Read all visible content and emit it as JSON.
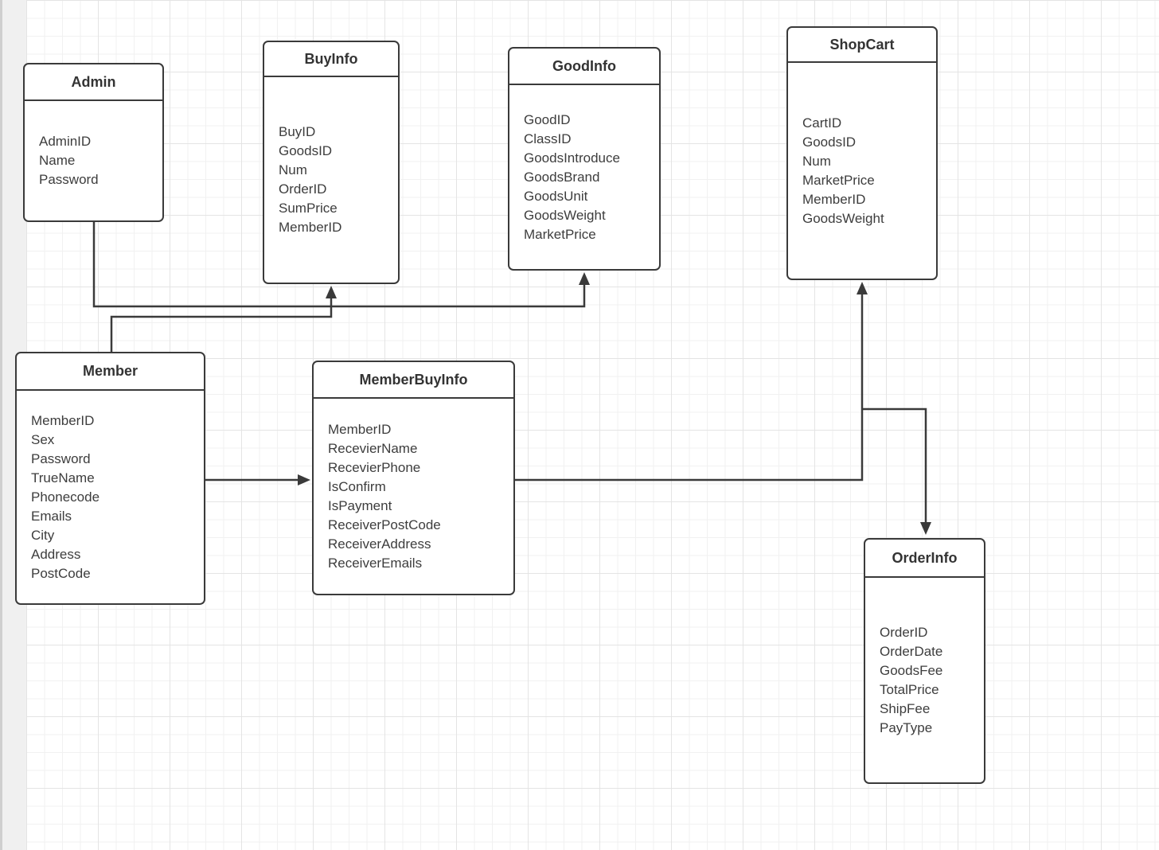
{
  "diagram": {
    "kind": "entity-relationship-diagram",
    "stroke_color": "#3a3a3a",
    "background_color": "#ffffff",
    "grid_minor_color": "#f1f1f1",
    "grid_major_color": "#e4e4e4"
  },
  "entities": [
    {
      "id": "admin",
      "title": "Admin",
      "fields": [
        "AdminID",
        "Name",
        "Password"
      ]
    },
    {
      "id": "buyinfo",
      "title": "BuyInfo",
      "fields": [
        "BuyID",
        "GoodsID",
        "Num",
        "OrderID",
        "SumPrice",
        "MemberID"
      ]
    },
    {
      "id": "goodinfo",
      "title": "GoodInfo",
      "fields": [
        "GoodID",
        "ClassID",
        "GoodsIntroduce",
        "GoodsBrand",
        "GoodsUnit",
        "GoodsWeight",
        "MarketPrice"
      ]
    },
    {
      "id": "shopcart",
      "title": "ShopCart",
      "fields": [
        "CartID",
        "GoodsID",
        "Num",
        "MarketPrice",
        "MemberID",
        "GoodsWeight"
      ]
    },
    {
      "id": "member",
      "title": "Member",
      "fields": [
        "MemberID",
        "Sex",
        "Password",
        "TrueName",
        "Phonecode",
        "Emails",
        "City",
        "Address",
        "PostCode"
      ]
    },
    {
      "id": "memberbuyinfo",
      "title": "MemberBuyInfo",
      "fields": [
        "MemberID",
        "RecevierName",
        "RecevierPhone",
        "IsConfirm",
        "IsPayment",
        "ReceiverPostCode",
        "ReceiverAddress",
        "ReceiverEmails"
      ]
    },
    {
      "id": "orderinfo",
      "title": "OrderInfo",
      "fields": [
        "OrderID",
        "OrderDate",
        "GoodsFee",
        "TotalPrice",
        "ShipFee",
        "PayType"
      ]
    }
  ],
  "relations": [
    {
      "from": "Admin",
      "to": "GoodInfo"
    },
    {
      "from": "Member",
      "to": "BuyInfo"
    },
    {
      "from": "Member",
      "to": "MemberBuyInfo"
    },
    {
      "from": "MemberBuyInfo",
      "to": "ShopCart"
    },
    {
      "from": "MemberBuyInfo",
      "to": "OrderInfo"
    }
  ]
}
